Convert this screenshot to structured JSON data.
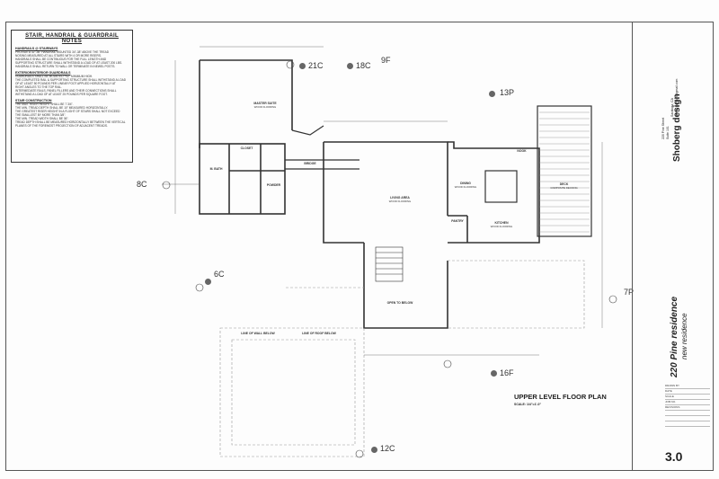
{
  "notes": {
    "title": "STAIR, HANDRAIL & GUARDRAIL NOTES",
    "sections": [
      {
        "heading": "HANDRAILS @ STAIRWAYS",
        "lines": [
          "PROVIDE A 32\"-36\" HANDRAIL MOUNTED 34\"-38\" ABOVE THE TREAD",
          "NOSING MEASURED AT ALL STAIRS WITH 4 OR MORE RISERS.",
          "HANDRAILS SHALL BE CONTINUOUS FOR THE FULL LENGTH AND",
          "SUPPORTING STRUCTURE SHALL WITHSTAND A LOAD OF AT LEAST 200 LBS.",
          "HANDRAILS SHALL RETURN TO WALL OR TERMINATE IN NEWEL POSTS."
        ]
      },
      {
        "heading": "EXTERIOR/INTERIOR GUARDRAILS",
        "lines": [
          "GUARDRAILS SHALL BE MOUNTED +42\" MINIMUM HIGH.",
          "THE COMPLETED RAIL & SUPPORTING STRUCTURE SHALL WITHSTAND A LOAD",
          "OF AT LEAST 50 POUNDS PER LINEAR FOOT APPLIED HORIZONTALLY AT",
          "RIGHT ANGLES TO THE TOP RAIL.",
          "INTERMEDIATE RAILS, PANEL FILLERS AND THEIR CONNECTIONS SHALL",
          "WITHSTAND A LOAD OF AT LEAST 25 POUNDS PER SQUARE FOOT."
        ]
      },
      {
        "heading": "STAIR CONSTRUCTION",
        "lines": [
          "THE MAX. RISER HEIGHT SHALL BE 7 3/4\".",
          "THE MIN. TREAD DEPTH SHALL BE 10\" MEASURED HORIZONTALLY.",
          "THE GREATEST RISER HEIGHT IN A FLIGHT OF STAIRS SHALL NOT EXCEED",
          "THE SMALLEST BY MORE THAN 3/8\".",
          "THE MIN. TREAD WIDTH SHALL BE 36\".",
          "TREAD DEPTH SHALL BE MEASURED HORIZONTALLY BETWEEN THE VERTICAL",
          "PLANES OF THE FOREMOST PROJECTION OF ADJACENT TREADS."
        ]
      }
    ]
  },
  "grid_tags": [
    "21C",
    "18C",
    "9F",
    "13P",
    "8C",
    "6C",
    "7P",
    "16F",
    "12C"
  ],
  "rooms": [
    {
      "name": "MASTER SUITE",
      "sub": "WOOD FLOORING"
    },
    {
      "name": "CLOSET",
      "sub": ""
    },
    {
      "name": "M. BATH",
      "sub": ""
    },
    {
      "name": "POWDER",
      "sub": ""
    },
    {
      "name": "BRIDGE",
      "sub": ""
    },
    {
      "name": "LIVING AREA",
      "sub": "WOOD FLOORING"
    },
    {
      "name": "DINING",
      "sub": "WOOD FLOORING"
    },
    {
      "name": "NOOK",
      "sub": ""
    },
    {
      "name": "DECK",
      "sub": "COMPOSITE DECKING"
    },
    {
      "name": "KITCHEN",
      "sub": "WOOD FLOORING"
    },
    {
      "name": "PANTRY",
      "sub": ""
    },
    {
      "name": "OPEN TO BELOW",
      "sub": ""
    },
    {
      "name": "LINE OF WALL BELOW",
      "sub": ""
    },
    {
      "name": "LINE OF ROOF BELOW",
      "sub": ""
    }
  ],
  "plan_title": "UPPER LEVEL FLOOR PLAN",
  "plan_scale": "SCALE: 1/4\"=1'-0\"",
  "title_block": {
    "firm": "Shoberg design",
    "firm_lines": [
      "220 Pine Street",
      "Suite 101",
      "Saratoga, CA",
      "shobergdesign@gmail.com"
    ],
    "project_name": "220 Pine residence",
    "project_sub": "new residence",
    "sheet_number": "3.0",
    "rows": [
      "DRAWN BY",
      "DATE",
      "SCALE",
      "JOB NO.",
      "REVISIONS",
      "",
      "",
      ""
    ]
  },
  "colors": {
    "line": "#333333",
    "grid_dot": "#666666",
    "paper": "#fdfdfd"
  }
}
